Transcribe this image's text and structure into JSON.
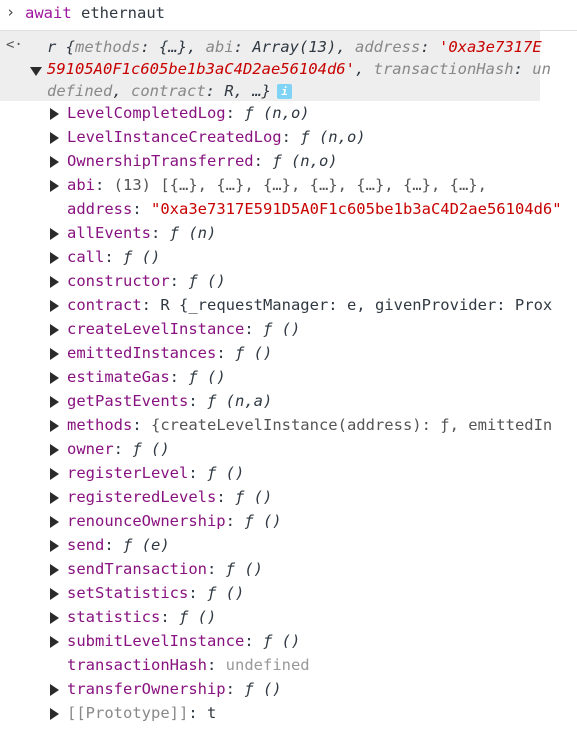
{
  "input": {
    "prompt_glyph": "›",
    "keyword": "await",
    "expression": "ethernaut"
  },
  "result": {
    "back_glyph": "<·",
    "line1_prefix": "r {",
    "line1_methods_key": "methods",
    "line1_methods_val": "{…}",
    "line1_abi_key": "abi",
    "line1_abi_val": "Array(13)",
    "line1_address_key": "address",
    "line1_address_val_a": "'0xa3e7317E",
    "line2_address_val_b": "59105A0F1c605be1b3aC4D2ae56104d6'",
    "line2_txhash_key": "transactionHash",
    "line2_txhash_val_a": "un",
    "line3_txhash_val_b": "defined",
    "line3_contract_key": "contract",
    "line3_contract_val": "R",
    "line3_ellipsis": "…}",
    "info_badge": "i"
  },
  "properties": [
    {
      "name": "LevelCompletedLog",
      "sep": ":",
      "value": "ƒ (n,o)",
      "kind": "fn",
      "expandable": true
    },
    {
      "name": "LevelInstanceCreatedLog",
      "sep": ":",
      "value": "ƒ (n,o)",
      "kind": "fn",
      "expandable": true
    },
    {
      "name": "OwnershipTransferred",
      "sep": ":",
      "value": "ƒ (n,o)",
      "kind": "fn",
      "expandable": true
    },
    {
      "name": "abi",
      "sep": ":",
      "value": "(13) [{…}, {…}, {…}, {…}, {…}, {…}, {…},",
      "kind": "muted",
      "expandable": true
    },
    {
      "name": "address",
      "sep": ":",
      "value": "\"0xa3e7317E591D5A0F1c605be1b3aC4D2ae56104d6\"",
      "kind": "str",
      "expandable": false
    },
    {
      "name": "allEvents",
      "sep": ":",
      "value": "ƒ (n)",
      "kind": "fn",
      "expandable": true
    },
    {
      "name": "call",
      "sep": ":",
      "value": "ƒ ()",
      "kind": "fn",
      "expandable": true
    },
    {
      "name": "constructor",
      "sep": ":",
      "value": "ƒ ()",
      "kind": "fn",
      "expandable": true
    },
    {
      "name": "contract",
      "sep": ":",
      "value": "R {_requestManager: e, givenProvider: Prox",
      "kind": "plain",
      "expandable": true
    },
    {
      "name": "createLevelInstance",
      "sep": ":",
      "value": "ƒ ()",
      "kind": "fn",
      "expandable": true
    },
    {
      "name": "emittedInstances",
      "sep": ":",
      "value": "ƒ ()",
      "kind": "fn",
      "expandable": true
    },
    {
      "name": "estimateGas",
      "sep": ":",
      "value": "ƒ ()",
      "kind": "fn",
      "expandable": true
    },
    {
      "name": "getPastEvents",
      "sep": ":",
      "value": "ƒ (n,a)",
      "kind": "fn",
      "expandable": true
    },
    {
      "name": "methods",
      "sep": ":",
      "value": "{createLevelInstance(address): ƒ, emittedIn",
      "kind": "muted",
      "expandable": true
    },
    {
      "name": "owner",
      "sep": ":",
      "value": "ƒ ()",
      "kind": "fn",
      "expandable": true
    },
    {
      "name": "registerLevel",
      "sep": ":",
      "value": "ƒ ()",
      "kind": "fn",
      "expandable": true
    },
    {
      "name": "registeredLevels",
      "sep": ":",
      "value": "ƒ ()",
      "kind": "fn",
      "expandable": true
    },
    {
      "name": "renounceOwnership",
      "sep": ":",
      "value": "ƒ ()",
      "kind": "fn",
      "expandable": true
    },
    {
      "name": "send",
      "sep": ":",
      "value": "ƒ (e)",
      "kind": "fn",
      "expandable": true
    },
    {
      "name": "sendTransaction",
      "sep": ":",
      "value": "ƒ ()",
      "kind": "fn",
      "expandable": true
    },
    {
      "name": "setStatistics",
      "sep": ":",
      "value": "ƒ ()",
      "kind": "fn",
      "expandable": true
    },
    {
      "name": "statistics",
      "sep": ":",
      "value": "ƒ ()",
      "kind": "fn",
      "expandable": true
    },
    {
      "name": "submitLevelInstance",
      "sep": ":",
      "value": "ƒ ()",
      "kind": "fn",
      "expandable": true
    },
    {
      "name": "transactionHash",
      "sep": ":",
      "value": "undefined",
      "kind": "nil",
      "expandable": false
    },
    {
      "name": "transferOwnership",
      "sep": ":",
      "value": "ƒ ()",
      "kind": "fn",
      "expandable": true
    },
    {
      "name": "[[Prototype]]",
      "sep": ":",
      "value": "t",
      "kind": "proto",
      "expandable": true
    }
  ],
  "colors": {
    "property": "#881280",
    "string": "#c80000",
    "keyword": "#a016a0",
    "result_bg": "#eeeeee"
  }
}
